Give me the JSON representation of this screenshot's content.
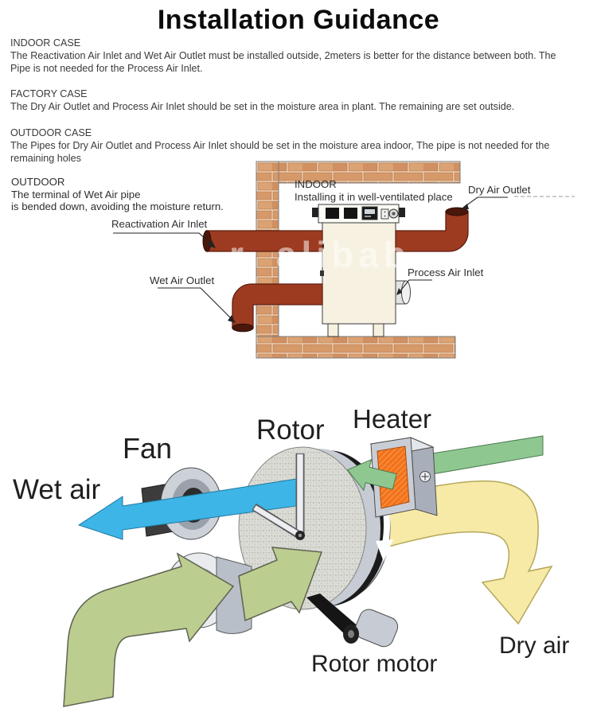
{
  "title": "Installation Guidance",
  "cases": [
    {
      "heading": "INDOOR CASE",
      "body": "The Reactivation Air Inlet and Wet Air Outlet must be installed outside, 2meters is better for the distance between both. The\nPipe is not needed for the Process Air Inlet."
    },
    {
      "heading": "FACTORY CASE",
      "body": "The Dry Air Outlet and Process Air Inlet should be set in the moisture area in plant. The remaining are set outside."
    },
    {
      "heading": "OUTDOOR CASE",
      "body": "The Pipes for Dry Air Outlet and Process Air Inlet should be set in the moisture area indoor, The pipe is not needed for the\nremaining holes"
    }
  ],
  "install_diagram": {
    "outdoor_note_heading": "OUTDOOR",
    "outdoor_note_body": "The terminal of Wet Air pipe\nis bended down, avoiding the moisture return.",
    "indoor_note_heading": "INDOOR",
    "indoor_note_body": "Installing it in well-ventilated place",
    "labels": {
      "reactivation": "Reactivation Air Inlet",
      "wet": "Wet Air Outlet",
      "dry": "Dry Air Outlet",
      "process": "Process Air Inlet"
    },
    "watermark": "r. alibab"
  },
  "principle_diagram": {
    "labels": {
      "fan": "Fan",
      "rotor": "Rotor",
      "heater": "Heater",
      "wet_air": "Wet air",
      "dry_air": "Dry air",
      "rotor_motor": "Rotor motor"
    }
  },
  "colors": {
    "pipe_red": "#9d3b21",
    "brick": "#d6996a",
    "wet_air_blue": "#3db5e6",
    "process_air_green": "#8fc791",
    "wet_stream_olive": "#bccd90",
    "dry_air_yellow": "#f7eaa6",
    "heater_orange": "#f2731d",
    "machine_cream": "#f6f1e0"
  }
}
